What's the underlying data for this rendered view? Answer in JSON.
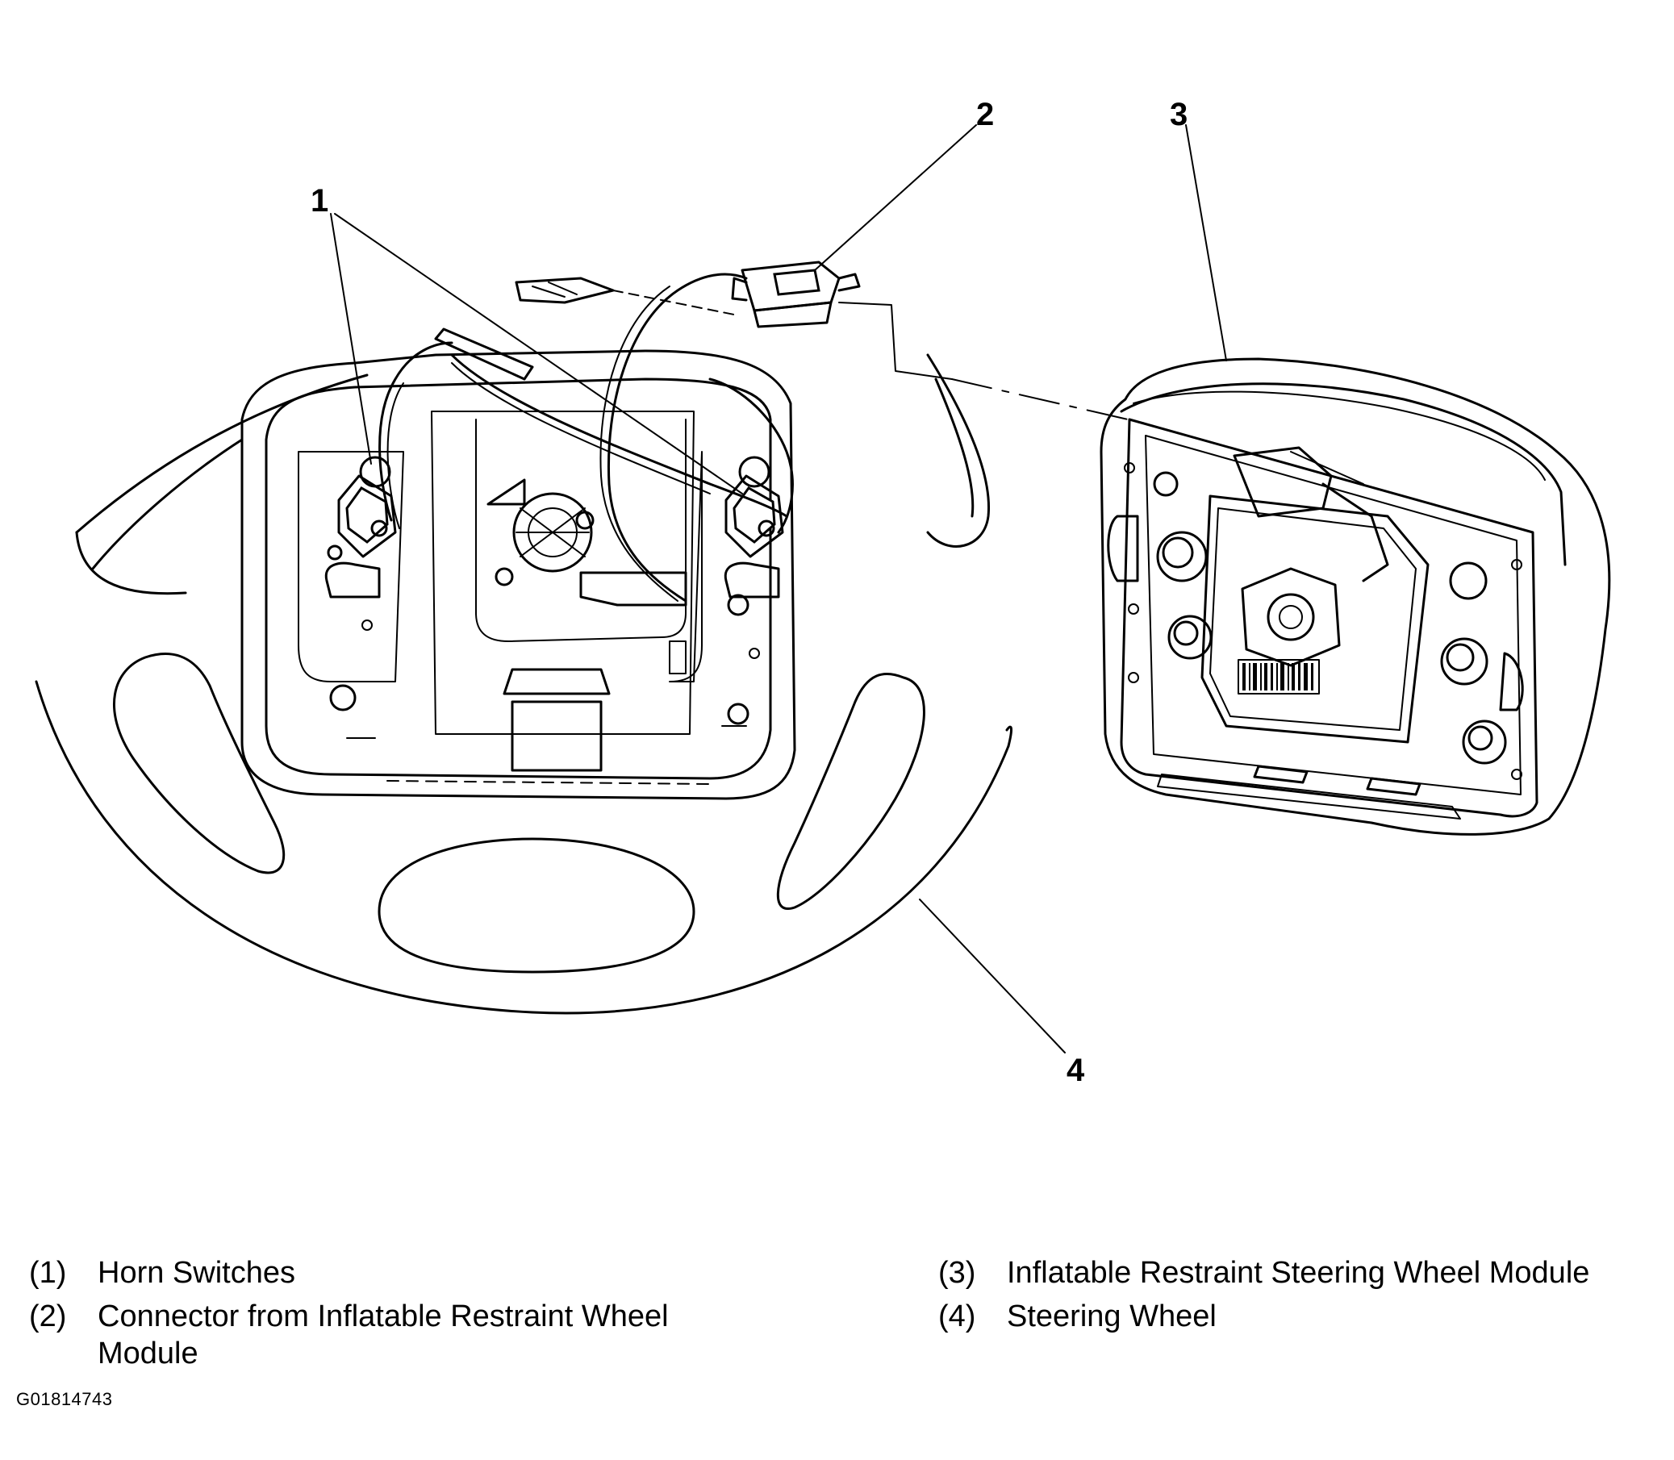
{
  "callouts": {
    "c1": "1",
    "c2": "2",
    "c3": "3",
    "c4": "4"
  },
  "legend": [
    {
      "num": "(1)",
      "label": "Horn Switches"
    },
    {
      "num": "(2)",
      "label": "Connector from Inflatable Restraint Wheel Module"
    },
    {
      "num": "(3)",
      "label": "Inflatable Restraint Steering Wheel Module"
    },
    {
      "num": "(4)",
      "label": "Steering Wheel"
    }
  ],
  "figure_id": "G01814743"
}
